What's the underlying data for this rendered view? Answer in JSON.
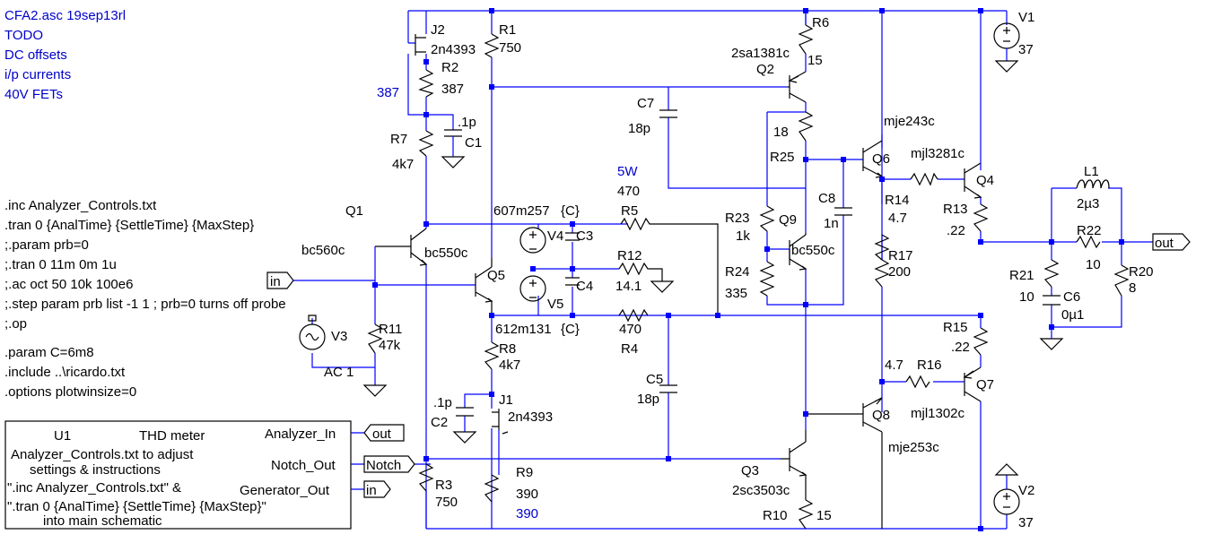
{
  "header_lines": [
    "CFA2.asc 19sep13rl",
    "TODO",
    "DC offsets",
    "i/p currents",
    "40V FETs"
  ],
  "directives": [
    ".inc Analyzer_Controls.txt",
    ".tran 0 {AnalTime} {SettleTime} {MaxStep}",
    ";.param prb=0",
    ";.tran 0 11m 0m 1u",
    ";.ac oct 50 10k 100e6",
    ";.step param prb list -1 1 ; prb=0 turns off probe",
    ";.op",
    ".param C=6m8",
    ".include ..\\ricardo.txt",
    ".options plotwinsize=0"
  ],
  "u1_box": {
    "name": "U1",
    "title": "THD meter",
    "lines": [
      "Analyzer_Controls.txt to adjust",
      "settings & instructions",
      "\".inc Analyzer_Controls.txt\" &",
      "\".tran 0 {AnalTime} {SettleTime} {MaxStep}\"",
      "into main schematic"
    ],
    "pins": [
      "Analyzer_In",
      "Notch_Out",
      "Generator_Out"
    ]
  },
  "net_flags": {
    "in1": "in",
    "in2": "in",
    "out1": "out",
    "out2": "out",
    "notch": "Notch"
  },
  "annotations": {
    "w5": "5W",
    "n607": "607m257",
    "cpar1": "{C}",
    "n612": "612m131",
    "cpar2": "{C}",
    "j2val": "387",
    "r9val": "390"
  },
  "components": {
    "J2": {
      "name": "J2",
      "value": "2n4393"
    },
    "R1": {
      "name": "R1",
      "value": "750"
    },
    "R2": {
      "name": "R2",
      "value": "387"
    },
    "C1": {
      "name": "C1",
      "value": ".1p"
    },
    "R7": {
      "name": "R7",
      "value": "4k7"
    },
    "Q1": {
      "name": "Q1",
      "value": "bc560c"
    },
    "Q5": {
      "name": "Q5",
      "value": "bc550c"
    },
    "R11": {
      "name": "R11",
      "value": "47k"
    },
    "V3": {
      "name": "V3",
      "value": "AC 1"
    },
    "V4": {
      "name": "V4"
    },
    "V5": {
      "name": "V5"
    },
    "C3": {
      "name": "C3"
    },
    "C4": {
      "name": "C4"
    },
    "R5": {
      "name": "R5",
      "value": "470"
    },
    "R4": {
      "name": "R4",
      "value": "470"
    },
    "R12": {
      "name": "R12",
      "value": "14.1"
    },
    "R8": {
      "name": "R8",
      "value": "4k7"
    },
    "C2": {
      "name": "C2",
      "value": ".1p"
    },
    "J1": {
      "name": "J1",
      "value": "2n4393"
    },
    "R3": {
      "name": "R3",
      "value": "750"
    },
    "R9": {
      "name": "R9",
      "value": "390"
    },
    "C7": {
      "name": "C7",
      "value": "18p"
    },
    "C5": {
      "name": "C5",
      "value": "18p"
    },
    "R6": {
      "name": "R6",
      "value": "15"
    },
    "Q2": {
      "name": "Q2",
      "value": "2sa1381c"
    },
    "R18": {
      "name": "R25",
      "value": "18"
    },
    "R23": {
      "name": "R23",
      "value": "1k"
    },
    "R24": {
      "name": "R24",
      "value": "335"
    },
    "Q9": {
      "name": "Q9",
      "value": "bc550c"
    },
    "C8": {
      "name": "C8",
      "value": "1n"
    },
    "Q3": {
      "name": "Q3",
      "value": "2sc3503c"
    },
    "R10": {
      "name": "R10",
      "value": "15"
    },
    "Q6": {
      "name": "Q6",
      "value": "mje243c"
    },
    "Q8": {
      "name": "Q8",
      "value": "mje253c"
    },
    "R14": {
      "name": "R14",
      "value": "4.7"
    },
    "R16": {
      "name": "R16",
      "value": "4.7"
    },
    "R17": {
      "name": "R17",
      "value": "200"
    },
    "Q4": {
      "name": "Q4",
      "value": "mjl3281c"
    },
    "Q7": {
      "name": "Q7",
      "value": "mjl1302c"
    },
    "R13": {
      "name": "R13",
      "value": ".22"
    },
    "R15": {
      "name": "R15",
      "value": ".22"
    },
    "L1": {
      "name": "L1",
      "value": "2µ3"
    },
    "R22": {
      "name": "R22",
      "value": "10"
    },
    "R21": {
      "name": "R21",
      "value": "10"
    },
    "C6": {
      "name": "C6",
      "value": "0µ1"
    },
    "R20": {
      "name": "R20",
      "value": "8"
    },
    "V1": {
      "name": "V1",
      "value": "37"
    },
    "V2": {
      "name": "V2",
      "value": "37"
    }
  }
}
